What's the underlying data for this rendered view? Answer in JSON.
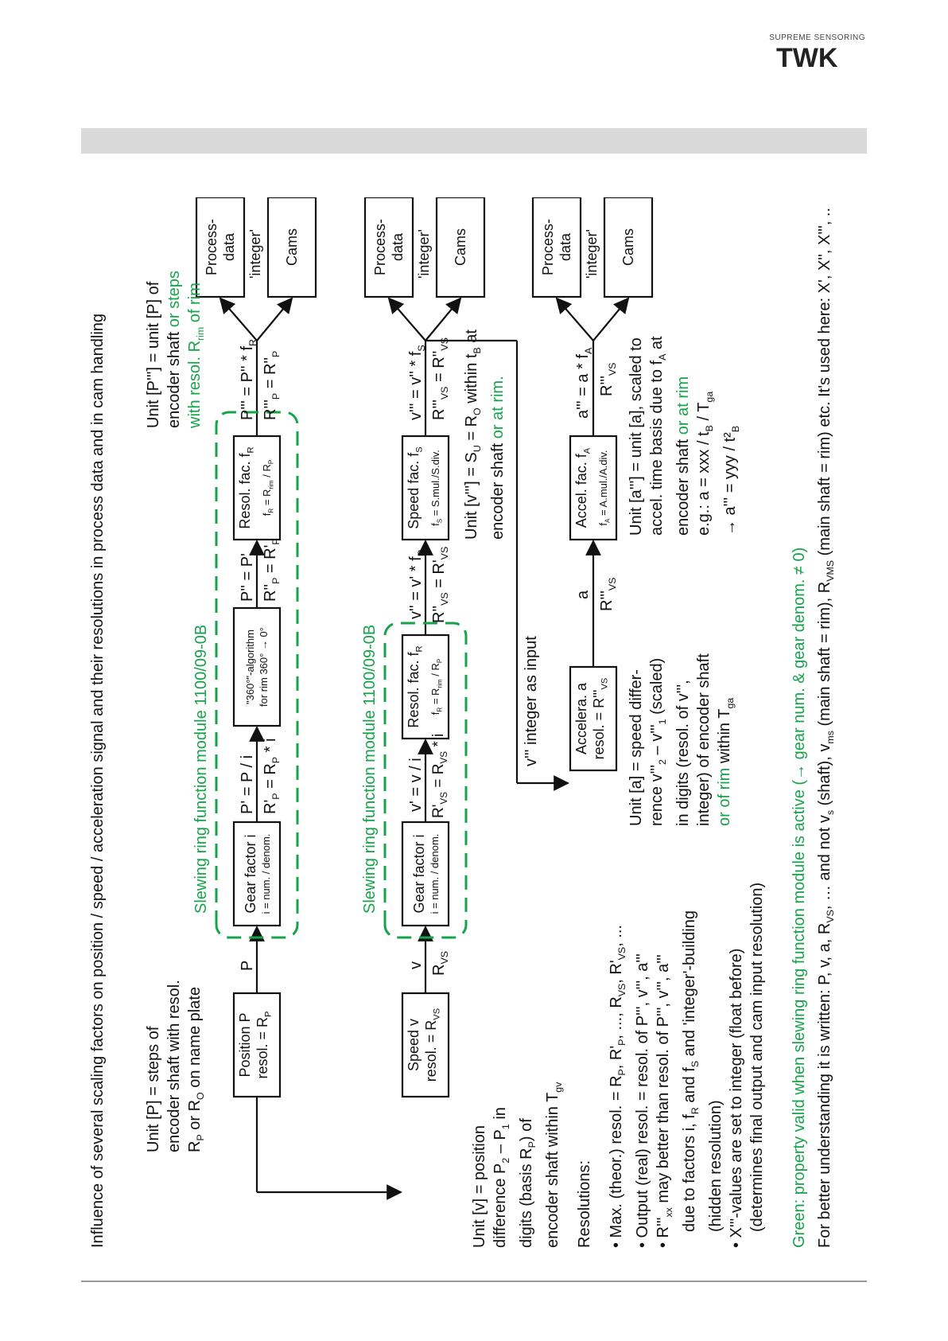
{
  "brand": {
    "tagline": "SUPREME SENSORING",
    "logo_text": "TWK"
  },
  "title": "Influence of several scaling factors on position / speed / acceleration signal and their resolutions in process data and in cam handling",
  "slewing_module_label": "Slewing ring function module 1100/09-0B",
  "position": {
    "unit_l1": "Unit [P] = steps of",
    "unit_l2": "encoder shaft with resol.",
    "unit_l3a": "R",
    "unit_l3b": "P",
    "unit_l3c": " or R",
    "unit_l3d": "O",
    "unit_l3e": " on name plate",
    "box_l1": "Position P",
    "box_l2": "resol. = R",
    "box_l2_sub": "P",
    "signal": "P",
    "gear_l1": "Gear factor i",
    "gear_l2": "i = num. / denom.",
    "after_gear_l1": "P' = P / i",
    "after_gear_l2": "R'",
    "after_gear_l2_sub": "P",
    "after_gear_l2_tail": " = R",
    "after_gear_l2_sub2": "P",
    "after_gear_l2_tail2": " * i",
    "algo_l1": "\"360°\"-algorithm",
    "algo_l2": "for rim 360° → 0°",
    "after_algo_l1": "P'' = P'",
    "after_algo_l2": "R''",
    "after_algo_l2_sub": "P",
    "after_algo_l2_tail": " = R'",
    "after_algo_l2_sub2": "P",
    "resol_l1": "Resol. fac. f",
    "resol_l1_sub": "R",
    "resol_l2": "f",
    "resol_l2_sub": "R",
    "resol_l2_mid": " = R",
    "resol_l2_sub2": "rim",
    "resol_l2_mid2": " / R",
    "resol_l2_sub3": "P",
    "after_resol_l1": "P''' = P'' * f",
    "after_resol_l1_sub": "R",
    "after_resol_l2": "R'''",
    "after_resol_l2_sub": "P",
    "after_resol_l2_tail": " = R''",
    "after_resol_l2_sub2": "P",
    "unit_out_l1": "Unit [P'''] = unit [P] of",
    "unit_out_l2a": "encoder shaft ",
    "unit_out_l2b": "or steps",
    "unit_out_l3a": "with resol. R",
    "unit_out_l3b": "rim",
    "unit_out_l3c": " of rim",
    "process": "Process-\ndata",
    "integer": "'integer'",
    "cams": "Cams"
  },
  "speed": {
    "box_l1": "Speed v",
    "box_l2": "resol. = R",
    "box_l2_sub": "VS",
    "signal": "v",
    "signal_res": "R",
    "signal_res_sub": "VS",
    "unit_l1": "Unit [v] = position",
    "unit_l2a": "difference P",
    "unit_l2b": "2",
    "unit_l2c": " – P",
    "unit_l2d": "1",
    "unit_l2e": " in",
    "unit_l3a": "digits (basis R",
    "unit_l3b": "P",
    "unit_l3c": ") of",
    "unit_l4a": "encoder shaft within T",
    "unit_l4b": "gv",
    "gear_l1": "Gear factor i",
    "gear_l2": "i = num. / denom.",
    "after_gear_l1": "v' = v / i",
    "after_gear_l2": "R'",
    "after_gear_l2_sub": "VS",
    "after_gear_l2_tail": " = R",
    "after_gear_l2_sub2": "VS",
    "after_gear_l2_tail2": " * i",
    "resol_l1": "Resol. fac. f",
    "resol_l1_sub": "R",
    "resol_l2": "f",
    "resol_l2_sub": "R",
    "resol_l2_mid": " = R",
    "resol_l2_sub2": "rim",
    "resol_l2_mid2": " / R",
    "resol_l2_sub3": "P",
    "after_resol_l1": "v'' = v' * f",
    "after_resol_l1_sub": "R",
    "after_resol_l2": "R''",
    "after_resol_l2_sub": "VS",
    "after_resol_l2_tail": " = R'",
    "after_resol_l2_sub2": "VS",
    "speedfac_l1": "Speed fac. f",
    "speedfac_l1_sub": "S",
    "speedfac_l2": "f",
    "speedfac_l2_sub": "S",
    "speedfac_l2_tail": " = S.mul./S.div.",
    "after_speed_l1": "v''' = v'' * f",
    "after_speed_l1_sub": "S",
    "after_speed_l2": "R'''",
    "after_speed_l2_sub": "VS",
    "after_speed_l2_tail": " = R''",
    "after_speed_l2_sub2": "VS",
    "unit_out_l1a": "Unit [v'''] = S",
    "unit_out_l1b": "U",
    "unit_out_l1c": " = R",
    "unit_out_l1d": "O",
    "unit_out_l1e": " within t",
    "unit_out_l1f": "B",
    "unit_out_l1g": " at",
    "unit_out_l2a": "encoder shaft ",
    "unit_out_l2b": "or at rim.",
    "integer_input": "v''' integer as input",
    "process": "Process-\ndata",
    "integer": "'integer'",
    "cams": "Cams"
  },
  "accel": {
    "box_l1": "Accelera. a",
    "box_l2": "resol. = R'''",
    "box_l2_sub": "VS",
    "signal": "a",
    "signal_res": "R'''",
    "signal_res_sub": "VS",
    "unit_l1": "Unit [a] = speed differ-",
    "unit_l2a": "rence v'''",
    "unit_l2b": "2",
    "unit_l2c": " – v'''",
    "unit_l2d": "1",
    "unit_l2e": " (scaled)",
    "unit_l3": "in digits (resol. of v''',",
    "unit_l4": "integer) of encoder shaft",
    "unit_l5a": "or of rim",
    "unit_l5b": " within T",
    "unit_l5c": "ga",
    "accfac_l1": "Accel. fac. f",
    "accfac_l1_sub": "A",
    "accfac_l2": "f",
    "accfac_l2_sub": "A",
    "accfac_l2_tail": " = A.mul./A.div.",
    "after_acc_l1": "a''' = a * f",
    "after_acc_l1_sub": "A",
    "after_acc_l2": "R'''",
    "after_acc_l2_sub": "VS",
    "unit_out_l1": "Unit [a'''] = unit [a], scaled to",
    "unit_out_l2a": "accel. time basis due to f",
    "unit_out_l2b": "A",
    "unit_out_l2c": " at",
    "unit_out_l3a": "encoder shaft ",
    "unit_out_l3b": "or at rim",
    "unit_out_l4a": "e.g.:     a = xxx / t",
    "unit_out_l4b": "B",
    "unit_out_l4c": " / T",
    "unit_out_l4d": "ga",
    "unit_out_l5a": "→          a''' = yyy / t²",
    "unit_out_l5b": "B",
    "process": "Process-\ndata",
    "integer": "'integer'",
    "cams": "Cams"
  },
  "resolutions": {
    "heading": "Resolutions:",
    "b1a": "• Max. (theor.) resol. = R",
    "b1b": "P",
    "b1c": ", R'",
    "b1d": "P",
    "b1e": ", ..., R",
    "b1f": "VS",
    "b1g": ", R'",
    "b1h": "VS",
    "b1i": ", ...",
    "b2": "• Output (real) resol. = resol. of P''', v''', a'''",
    "b3a": "• R'''",
    "b3b": "xx",
    "b3c": " may better than resol. of P''', v''', a'''",
    "b3d": "due to factors i, f",
    "b3e": "R",
    "b3f": " and f",
    "b3g": "S",
    "b3h": " and 'integer'-building",
    "b3i": "(hidden resolution)",
    "b4a": "• X'''-values are set to integer (float before)",
    "b4b": "(determines final output and cam input resolution)"
  },
  "footer": {
    "green_note": "Green: property valid when slewing ring function module is active (→ gear num. & gear denom. ≠ 0)",
    "note_a": "For better understanding it is written: P, v, a, R",
    "note_b": "VS",
    "note_c": ", … and not v",
    "note_d": "s",
    "note_e": " (shaft), v",
    "note_f": "ms",
    "note_g": " (main shaft = rim), R",
    "note_h": "VMS",
    "note_i": " (main shaft = rim) etc. It's used here: X', X'', X''', .."
  },
  "colors": {
    "green": "#16a34a",
    "black": "#111111",
    "grey_bar": "#d9d9d9"
  }
}
